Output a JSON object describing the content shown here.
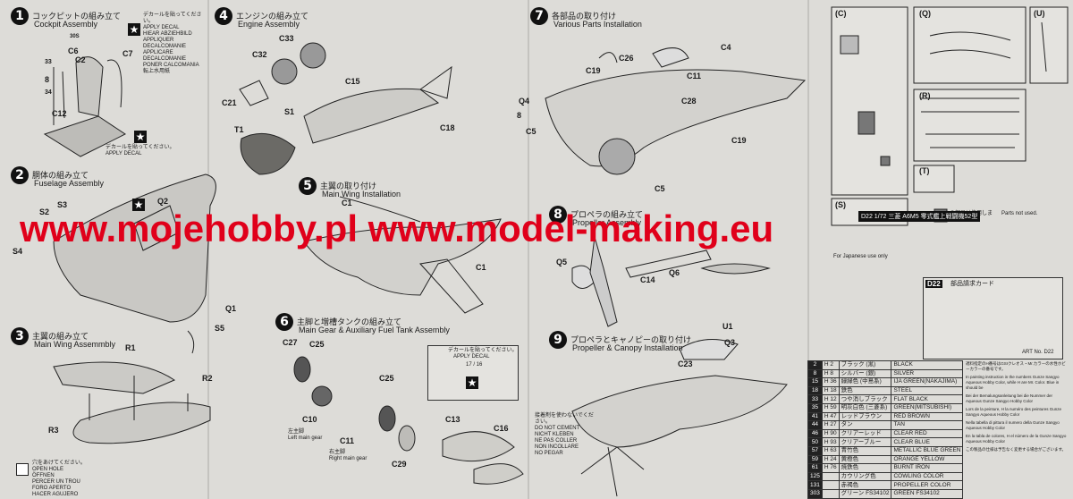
{
  "watermark": "www.mojehobby.pl www.model-making.eu",
  "steps": [
    {
      "num": "1",
      "jp": "コックピットの組み立て",
      "en": "Cockpit Assembly"
    },
    {
      "num": "2",
      "jp": "胴体の組み立て",
      "en": "Fuselage Assembly"
    },
    {
      "num": "3",
      "jp": "主翼の組み立て",
      "en": "Main Wing Assemmbly"
    },
    {
      "num": "4",
      "jp": "エンジンの組み立て",
      "en": "Engine Assembly"
    },
    {
      "num": "5",
      "jp": "主翼の取り付け",
      "en": "Main Wing Installation"
    },
    {
      "num": "6",
      "jp": "主脚と増槽タンクの組み立て",
      "en": "Main Gear & Auxiliary Fuel Tank Assembly"
    },
    {
      "num": "7",
      "jp": "各部品の取り付け",
      "en": "Various Parts Installation"
    },
    {
      "num": "8",
      "jp": "プロペラの組み立て",
      "en": "Propeller Assembly"
    },
    {
      "num": "9",
      "jp": "プロペラとキャノピーの取り付け",
      "en": "Propeller & Canopy Installation"
    }
  ],
  "decal_note": [
    "デカールを貼ってください。",
    "APPLY DECAL",
    "HIEAR ABZIEHBILD",
    "APPLIQUER DECALCOMANIE",
    "APPLICARE DECALCOMANIE",
    "PONER CALCOMANIA",
    "転上水用紙"
  ],
  "apply_decal": "APPLY DECAL",
  "apply_decal_jp": "デカールを貼ってください。",
  "open_hole": [
    "穴をあけてください。",
    "OPEN HOLE",
    "ÖFFNEN",
    "PERCER UN TROU",
    "FORO APERTO",
    "HACER AGUJERO"
  ],
  "no_cement": [
    "接着剤を使わないでください。",
    "DO NOT CEMENT",
    "NICHT KLEBEN",
    "NE PAS COLLER",
    "NON INCOLLARE",
    "NO PEGAR"
  ],
  "labels": {
    "cockpit": [
      "C6",
      "C2",
      "C7",
      "C12",
      "30S",
      "8",
      "34",
      "33",
      "S2",
      "S3",
      "S4",
      "Q2",
      "Q1",
      "S5",
      "R1",
      "R2",
      "R3",
      "C33",
      "C32",
      "C21",
      "C15",
      "S1",
      "T1",
      "C18",
      "C1",
      "C1",
      "C27",
      "C25",
      "C25",
      "C10",
      "C11",
      "C29",
      "C13",
      "C16",
      "Q4",
      "C5",
      "C19",
      "C26",
      "C11",
      "C4",
      "C28",
      "C19",
      "C5",
      "Q5",
      "C14",
      "Q6",
      "U1",
      "Q3",
      "C23",
      "8"
    ],
    "left_main_gear_jp": "左主脚",
    "left_main_gear": "Left main gear",
    "right_main_gear_jp": "右主脚",
    "right_main_gear": "Right main gear",
    "decal_17_16": "17 / 16"
  },
  "sprue_labels": [
    "(C)",
    "(Q)",
    "(U)",
    "(R)",
    "(S)",
    "(T)"
  ],
  "paint_box": {
    "jp": "の部品は使用しません。",
    "en": "Parts not used.",
    "kit_code": "D22",
    "kit_name": "1/72 三菱 A6M5 零式艦上戦闘機52型",
    "art_no": "ART No. D22"
  },
  "japan_only": "For Japanese use only",
  "order_card": "部品請求カード",
  "colors": [
    {
      "code": "2",
      "h": "H 2",
      "jp": "ブラック (黒)",
      "en": "BLACK"
    },
    {
      "code": "8",
      "h": "H 8",
      "jp": "シルバー (銀)",
      "en": "SILVER"
    },
    {
      "code": "15",
      "h": "H 36",
      "jp": "緑緑色 (中島系)",
      "en": "IJA GREEN(NAKAJIMA)"
    },
    {
      "code": "18",
      "h": "H 18",
      "jp": "鉄色",
      "en": "STEEL"
    },
    {
      "code": "33",
      "h": "H 12",
      "jp": "つや消しブラック",
      "en": "FLAT BLACK"
    },
    {
      "code": "35",
      "h": "H 59",
      "jp": "明灰白色 (三菱系)",
      "en": "GREEN(MITSUBISHI)"
    },
    {
      "code": "41",
      "h": "H 47",
      "jp": "レッドブラウン",
      "en": "RED BROWN"
    },
    {
      "code": "44",
      "h": "H 27",
      "jp": "タン",
      "en": "TAN"
    },
    {
      "code": "46",
      "h": "H 90",
      "jp": "クリアーレッド",
      "en": "CLEAR RED"
    },
    {
      "code": "50",
      "h": "H 93",
      "jp": "クリアーブルー",
      "en": "CLEAR BLUE"
    },
    {
      "code": "57",
      "h": "H 63",
      "jp": "青竹色",
      "en": "METALLIC BLUE GREEN"
    },
    {
      "code": "59",
      "h": "H 24",
      "jp": "黄橙色",
      "en": "ORANGE YELLOW"
    },
    {
      "code": "61",
      "h": "H 76",
      "jp": "焼鉄色",
      "en": "BURNT IRON"
    },
    {
      "code": "125",
      "h": "",
      "jp": "カウリング色",
      "en": "COWLING COLOR"
    },
    {
      "code": "131",
      "h": "",
      "jp": "赤褐色",
      "en": "PROPELLER COLOR"
    },
    {
      "code": "303",
      "h": "",
      "jp": "グリーン FS34102",
      "en": "GREEN FS34102"
    }
  ],
  "notes": [
    "適料指定のH番号はGSIクレオス・Mr.カラーの水性ホビーカラーの番号です。",
    "In painting instruction in the numbers Gunze Sangyo Aqueous Hobby Color, while H are Mr. Color. Blue in should be",
    "Bei der Bemalungsanleitung bei die Nummer der Aqueous Gunze Sangyo Hobby Color",
    "Lors de la peinture, H la numéro des peintures Gunze Sangyo Aqueous Hobby Color",
    "Nella tabella di pittura il numero della Gunze Sangyo Aqueous Hobby Color",
    "En la tabla de colores, H el número de la Gunze Sangyo Aqueous Hobby Color",
    "この製品の仕様は予告なく変更する場合がございます。"
  ]
}
